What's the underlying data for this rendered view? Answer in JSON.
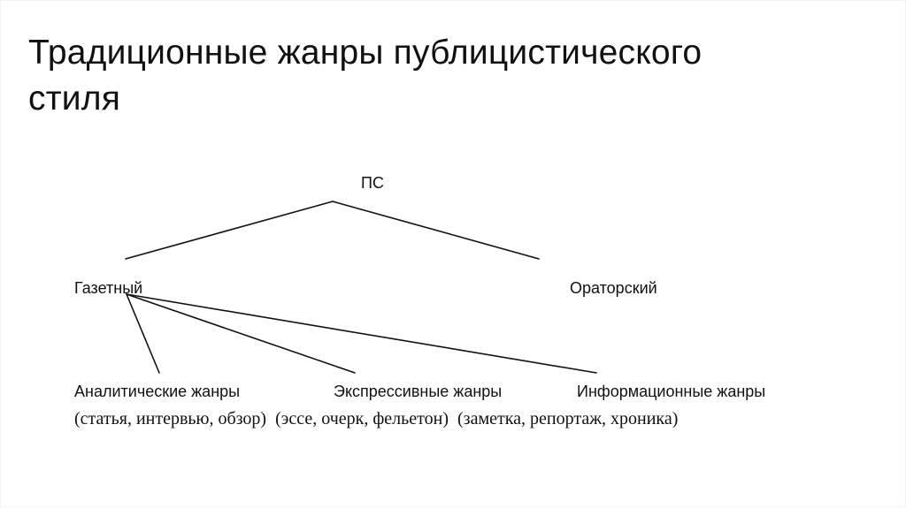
{
  "slide": {
    "title": "Традиционные жанры публицистического стиля",
    "title_lines": [
      "Традиционные жанры публицистического",
      "стиля"
    ]
  },
  "diagram": {
    "root": {
      "label": "ПС"
    },
    "level1": [
      {
        "label": "Газетный"
      },
      {
        "label": "Ораторский"
      }
    ],
    "level2": [
      {
        "label": "Аналитические жанры",
        "examples": "(статья, интервью, обзор)"
      },
      {
        "label": "Экспрессивные жанры",
        "examples": "(эссе, очерк, фельетон)"
      },
      {
        "label": "Информационные жанры",
        "examples": "(заметка, репортаж, хроника)"
      }
    ],
    "edges": [
      {
        "from": "ПС",
        "to": "Газетный"
      },
      {
        "from": "ПС",
        "to": "Ораторский"
      },
      {
        "from": "Газетный",
        "to": "Аналитические жанры"
      },
      {
        "from": "Газетный",
        "to": "Экспрессивные жанры"
      },
      {
        "from": "Газетный",
        "to": "Информационные жанры"
      }
    ],
    "line_color": "#111111"
  }
}
